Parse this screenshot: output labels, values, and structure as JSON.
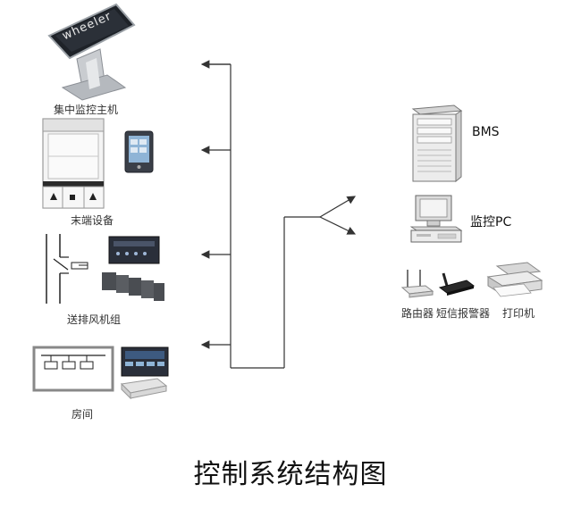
{
  "left_devices": {
    "monitor_host_label": "集中监控主机",
    "monitor_brand": "wheeler",
    "terminal_label": "末端设备",
    "fan_group_label": "送排风机组",
    "room_label": "房间"
  },
  "right_devices": {
    "bms_label": "BMS",
    "pc_label": "监控PC",
    "router_label": "路由器",
    "alarm_label": "短信报警器",
    "printer_label": "打印机"
  },
  "title": "控制系统结构图",
  "colors": {
    "line": "#333333",
    "panel": "#2a2f3a",
    "cabinet": "#f2f2f2"
  }
}
